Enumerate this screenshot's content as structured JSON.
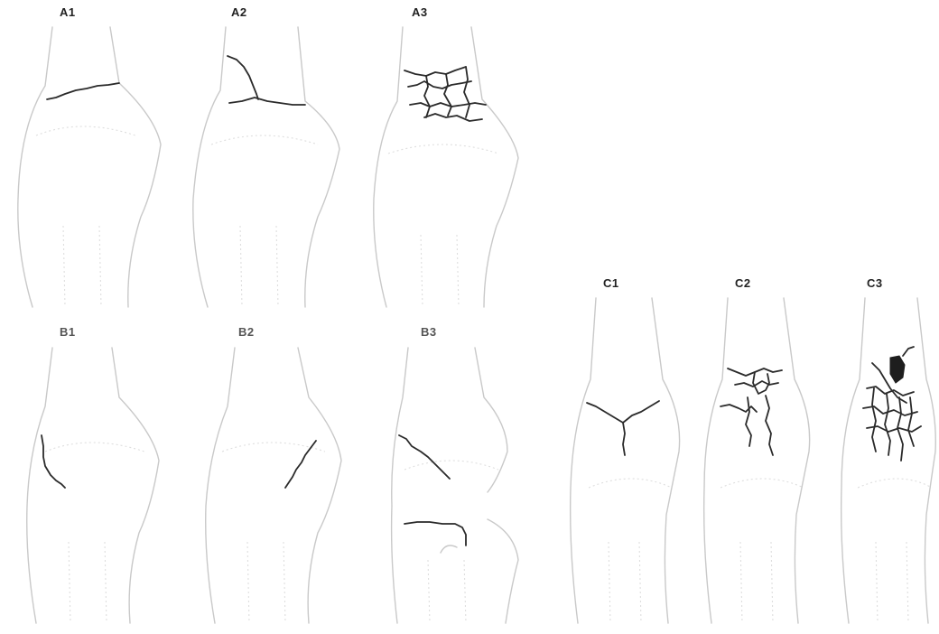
{
  "panels": {
    "a1": {
      "label": "A1"
    },
    "a2": {
      "label": "A2"
    },
    "a3": {
      "label": "A3"
    },
    "b1": {
      "label": "B1"
    },
    "b2": {
      "label": "B2"
    },
    "b3": {
      "label": "B3"
    },
    "c1": {
      "label": "C1"
    },
    "c2": {
      "label": "C2"
    },
    "c3": {
      "label": "C3"
    }
  },
  "colors": {
    "fracture_line": "#2a2a2a",
    "bone_outline": "#c9c9c9",
    "background": "#ffffff"
  }
}
